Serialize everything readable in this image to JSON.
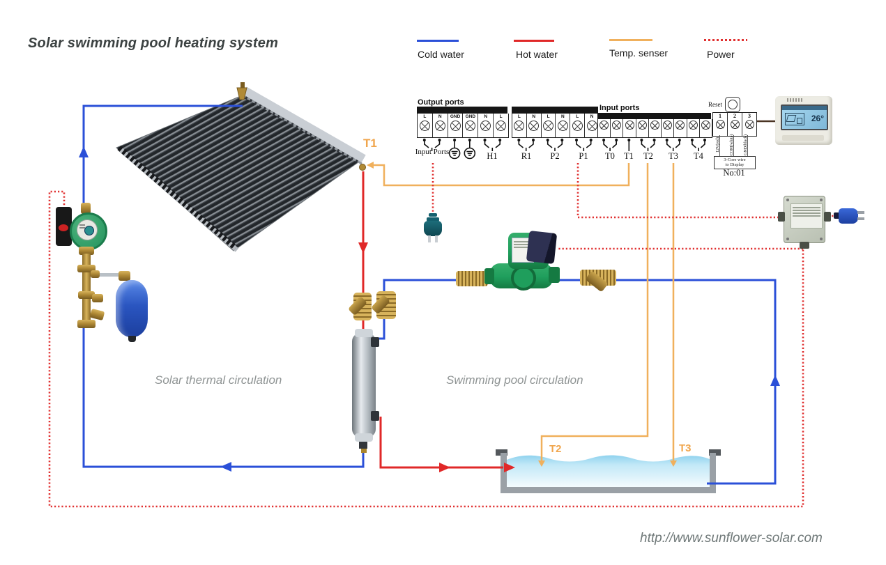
{
  "title": "Solar swimming pool heating system",
  "legend": {
    "cold_label": "Cold water",
    "hot_label": "Hot water",
    "sensor_label": "Temp. senser",
    "power_label": "Power"
  },
  "colors": {
    "cold": "#2b50d8",
    "hot": "#e02828",
    "sensor": "#f0b05c",
    "power": "#e03030"
  },
  "controller": {
    "output_ports_label": "Output ports",
    "input_ports_label": "Input ports",
    "out_block1_terminals": [
      "L",
      "N",
      "GND",
      "GND",
      "N",
      "L"
    ],
    "out_block2_terminals": [
      "L",
      "N",
      "L",
      "N",
      "L",
      "N"
    ],
    "input_ports_group_label": "Input Ports",
    "h1_label": "H1",
    "r1_label": "R1",
    "p2_label": "P2",
    "p1_label": "P1",
    "input_groups": [
      "T0",
      "T1",
      "T2",
      "T3",
      "T4"
    ],
    "display_terminals": [
      "1",
      "2",
      "3"
    ],
    "display_wire_labels": [
      "12V(red)",
      "COM(white)",
      "GND(black)"
    ],
    "display_wire_note_line1": "3-Core wire",
    "display_wire_note_line2": "to Display",
    "unit_no": "No:01",
    "reset_label": "Reset"
  },
  "display_unit": {
    "temperature": "26°"
  },
  "sensor_labels": {
    "t1": "T1",
    "t2": "T2",
    "t3": "T3"
  },
  "captions": {
    "solar_circulation": "Solar thermal circulation",
    "pool_circulation": "Swimming pool circulation",
    "website": "http://www.sunflower-solar.com"
  }
}
